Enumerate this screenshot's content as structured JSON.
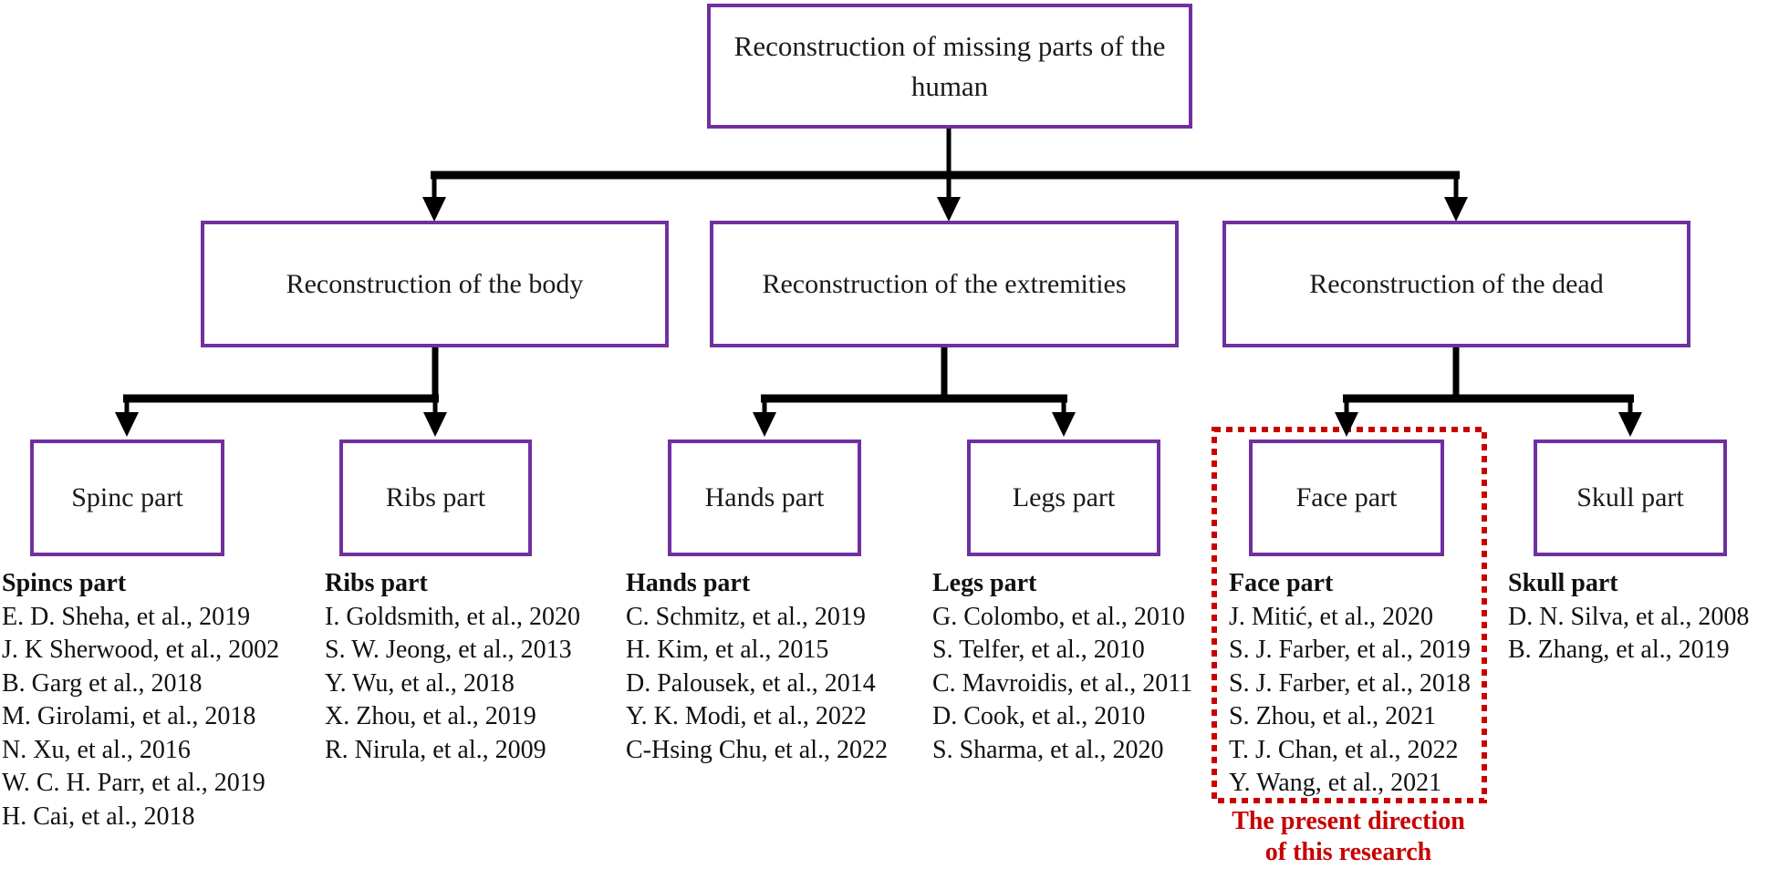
{
  "title": "Reconstruction of missing parts of the human - classification diagram",
  "nodes": {
    "root": "Reconstruction of missing parts of the human",
    "body": "Reconstruction of the body",
    "extremities": "Reconstruction of the extremities",
    "dead": "Reconstruction of the dead",
    "spine": "Spinc part",
    "ribs": "Ribs part",
    "hands": "Hands part",
    "legs": "Legs part",
    "face": "Face part",
    "skull": "Skull part"
  },
  "columns": [
    {
      "header": "Spincs part",
      "items": [
        "E. D. Sheha, et al., 2019",
        "J. K Sherwood, et al., 2002",
        "B. Garg et al., 2018",
        "M. Girolami, et al., 2018",
        "N. Xu, et al., 2016",
        "W. C. H. Parr, et al., 2019",
        "H. Cai, et al., 2018"
      ]
    },
    {
      "header": "Ribs part",
      "items": [
        "I. Goldsmith, et al., 2020",
        "S. W. Jeong, et al., 2013",
        "Y. Wu, et al., 2018",
        "X. Zhou, et al., 2019",
        "R. Nirula, et al., 2009"
      ]
    },
    {
      "header": "Hands part",
      "items": [
        "C. Schmitz, et al., 2019",
        "H. Kim, et al., 2015",
        "D. Palousek, et al., 2014",
        "Y. K. Modi, et al., 2022",
        "C-Hsing Chu, et al., 2022"
      ]
    },
    {
      "header": "Legs part",
      "items": [
        "G. Colombo, et al., 2010",
        "S. Telfer, et al., 2010",
        "C. Mavroidis, et al., 2011",
        "D. Cook, et al., 2010",
        "S. Sharma, et al., 2020"
      ]
    },
    {
      "header": "Face part",
      "items": [
        "J. Mitić, et al., 2020",
        "S. J. Farber, et al., 2019",
        "S. J. Farber, et al., 2018",
        "S. Zhou, et al., 2021",
        "T. J. Chan, et al., 2022",
        "Y. Wang, et al., 2021"
      ]
    },
    {
      "header": "Skull part",
      "items": [
        "D. N. Silva, et al., 2008",
        "B. Zhang, et al., 2019"
      ]
    }
  ],
  "annotation": {
    "lines": [
      "The present direction",
      "of this research"
    ]
  },
  "colors": {
    "node_border": "#7030A0",
    "highlight_red": "#C80000",
    "connector": "#000000",
    "text": "#111111"
  }
}
